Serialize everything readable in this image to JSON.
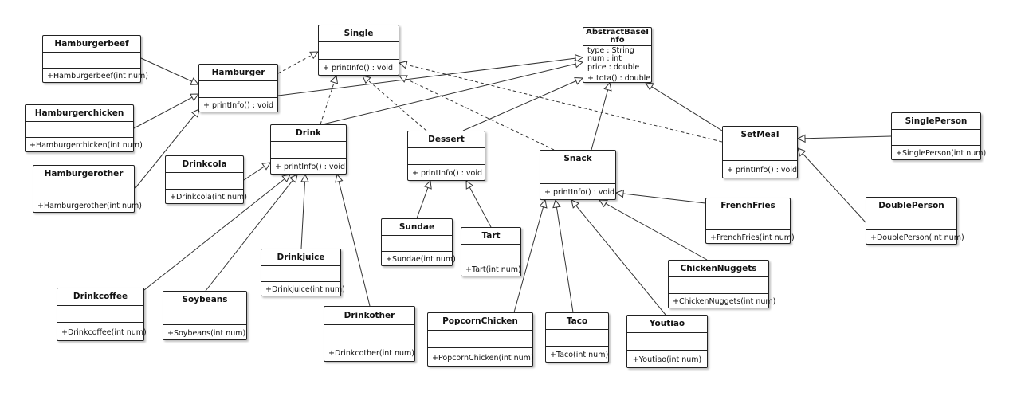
{
  "classes": [
    {
      "id": "single",
      "name": "Single",
      "attributes": [],
      "operations": [
        "+ printInfo()  : void"
      ]
    },
    {
      "id": "abstractbaseinfo",
      "name": "AbstractBaseInfo",
      "attributes": [
        "type : String",
        "num : int",
        "price : double"
      ],
      "operations": [
        "+ tota() : double"
      ]
    },
    {
      "id": "hamburger",
      "name": "Hamburger",
      "attributes": [],
      "operations": [
        "+ printInfo() : void"
      ]
    },
    {
      "id": "hamburgerbeef",
      "name": "Hamburgerbeef",
      "attributes": [],
      "operations": [
        "+Hamburgerbeef(int num)"
      ]
    },
    {
      "id": "hamburgerchicken",
      "name": "Hamburgerchicken",
      "attributes": [],
      "operations": [
        "+Hamburgerchicken(int num)"
      ]
    },
    {
      "id": "hamburgerother",
      "name": "Hamburgerother",
      "attributes": [],
      "operations": [
        "+Hamburgerother(int num)"
      ]
    },
    {
      "id": "drink",
      "name": "Drink",
      "attributes": [],
      "operations": [
        "+ printInfo() : void"
      ]
    },
    {
      "id": "drinkcola",
      "name": "Drinkcola",
      "attributes": [],
      "operations": [
        "+Drinkcola(int num)"
      ]
    },
    {
      "id": "drinkjuice",
      "name": "Drinkjuice",
      "attributes": [],
      "operations": [
        "+Drinkjuice(int num)"
      ]
    },
    {
      "id": "drinkcoffee",
      "name": "Drinkcoffee",
      "attributes": [],
      "operations": [
        "+Drinkcoffee(int num)"
      ]
    },
    {
      "id": "soybeans",
      "name": "Soybeans",
      "attributes": [],
      "operations": [
        "+Soybeans(int num)"
      ]
    },
    {
      "id": "drinkother",
      "name": "Drinkother",
      "attributes": [],
      "operations": [
        "+Drinkcother(int num)"
      ]
    },
    {
      "id": "dessert",
      "name": "Dessert",
      "attributes": [],
      "operations": [
        "+ printInfo() : void"
      ]
    },
    {
      "id": "sundae",
      "name": "Sundae",
      "attributes": [],
      "operations": [
        "+Sundae(int num)"
      ]
    },
    {
      "id": "tart",
      "name": "Tart",
      "attributes": [],
      "operations": [
        "+Tart(int num)"
      ]
    },
    {
      "id": "snack",
      "name": "Snack",
      "attributes": [],
      "operations": [
        "+ printInfo() : void"
      ]
    },
    {
      "id": "frenchfries",
      "name": "FrenchFries",
      "attributes": [],
      "operations": [
        "+FrenchFries(int num)"
      ]
    },
    {
      "id": "chickennuggets",
      "name": "ChickenNuggets",
      "attributes": [],
      "operations": [
        "+ChickenNuggets(int num)"
      ]
    },
    {
      "id": "popcornchicken",
      "name": "PopcornChicken",
      "attributes": [],
      "operations": [
        "+PopcornChicken(int num)"
      ]
    },
    {
      "id": "taco",
      "name": "Taco",
      "attributes": [],
      "operations": [
        "+Taco(int num)"
      ]
    },
    {
      "id": "youtiao",
      "name": "Youtiao",
      "attributes": [],
      "operations": [
        "+Youtiao(int num)"
      ]
    },
    {
      "id": "setmeal",
      "name": "SetMeal",
      "attributes": [],
      "operations": [
        "+ printInfo() : void"
      ]
    },
    {
      "id": "singleperson",
      "name": "SinglePerson",
      "attributes": [],
      "operations": [
        "+SinglePerson(int num)"
      ]
    },
    {
      "id": "doubleperson",
      "name": "DoublePerson",
      "attributes": [],
      "operations": [
        "+DoublePerson(int num)"
      ]
    }
  ],
  "relations": [
    {
      "from": "hamburgerbeef",
      "to": "hamburger",
      "kind": "generalization"
    },
    {
      "from": "hamburgerchicken",
      "to": "hamburger",
      "kind": "generalization"
    },
    {
      "from": "hamburgerother",
      "to": "hamburger",
      "kind": "generalization"
    },
    {
      "from": "hamburger",
      "to": "single",
      "kind": "realization"
    },
    {
      "from": "hamburger",
      "to": "abstractbaseinfo",
      "kind": "generalization"
    },
    {
      "from": "drink",
      "to": "single",
      "kind": "realization"
    },
    {
      "from": "drink",
      "to": "abstractbaseinfo",
      "kind": "generalization"
    },
    {
      "from": "drinkcola",
      "to": "drink",
      "kind": "generalization"
    },
    {
      "from": "drinkjuice",
      "to": "drink",
      "kind": "generalization"
    },
    {
      "from": "drinkcoffee",
      "to": "drink",
      "kind": "generalization"
    },
    {
      "from": "soybeans",
      "to": "drink",
      "kind": "generalization"
    },
    {
      "from": "drinkother",
      "to": "drink",
      "kind": "generalization"
    },
    {
      "from": "dessert",
      "to": "single",
      "kind": "realization"
    },
    {
      "from": "dessert",
      "to": "abstractbaseinfo",
      "kind": "generalization"
    },
    {
      "from": "sundae",
      "to": "dessert",
      "kind": "generalization"
    },
    {
      "from": "tart",
      "to": "dessert",
      "kind": "generalization"
    },
    {
      "from": "snack",
      "to": "single",
      "kind": "realization"
    },
    {
      "from": "snack",
      "to": "abstractbaseinfo",
      "kind": "generalization"
    },
    {
      "from": "frenchfries",
      "to": "snack",
      "kind": "generalization"
    },
    {
      "from": "chickennuggets",
      "to": "snack",
      "kind": "generalization"
    },
    {
      "from": "popcornchicken",
      "to": "snack",
      "kind": "generalization"
    },
    {
      "from": "taco",
      "to": "snack",
      "kind": "generalization"
    },
    {
      "from": "youtiao",
      "to": "snack",
      "kind": "generalization"
    },
    {
      "from": "setmeal",
      "to": "single",
      "kind": "realization"
    },
    {
      "from": "setmeal",
      "to": "abstractbaseinfo",
      "kind": "generalization"
    },
    {
      "from": "singleperson",
      "to": "setmeal",
      "kind": "generalization"
    },
    {
      "from": "doubleperson",
      "to": "setmeal",
      "kind": "generalization"
    }
  ]
}
